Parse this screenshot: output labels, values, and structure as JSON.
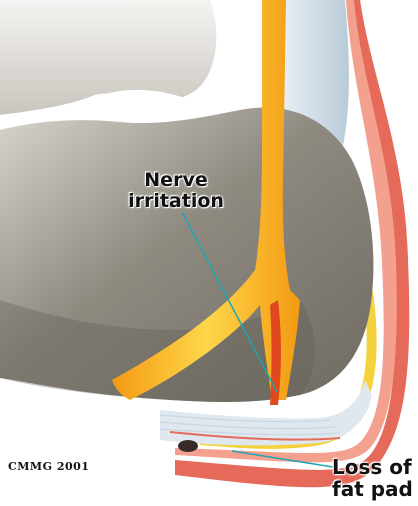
{
  "labels": {
    "nerve_line1": "Nerve",
    "nerve_line2": "irritation",
    "fat_line1": "Loss of",
    "fat_line2": "fat pad",
    "copyright": "CMMG 2001"
  },
  "colors": {
    "background": "#ffffff",
    "bone": "#8f8a80",
    "skin": "#e56a5a",
    "nerve": "#f7b21e",
    "fat": "#f4d23d",
    "ligament": "#d7e6f0",
    "callout_line": "#1aa7b4"
  }
}
